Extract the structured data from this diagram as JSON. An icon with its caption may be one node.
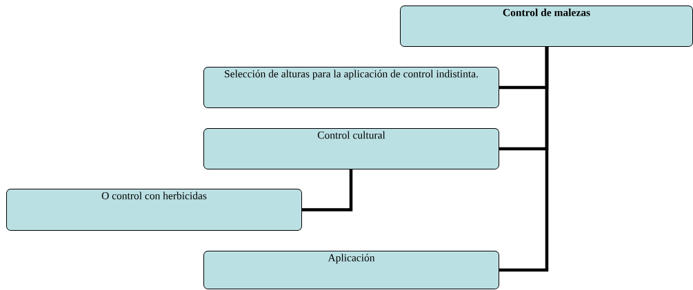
{
  "diagram": {
    "nodes": [
      {
        "text": [
          "Control de malezas"
        ]
      },
      {
        "text": [
          "Selección de alturas para la aplicación de control indistinta."
        ]
      },
      {
        "text": [
          "Control cultural"
        ]
      },
      {
        "text": [
          "O control con herbicidas"
        ]
      },
      {
        "text": [
          "Aplicación"
        ]
      }
    ],
    "edges": [
      {
        "from": 0,
        "to": 1,
        "arrow": "none"
      },
      {
        "from": 0,
        "to": 2,
        "arrow": "none"
      },
      {
        "from": 2,
        "to": 3,
        "arrow": "none"
      },
      {
        "from": 0,
        "to": 4,
        "arrow": "none"
      }
    ]
  }
}
